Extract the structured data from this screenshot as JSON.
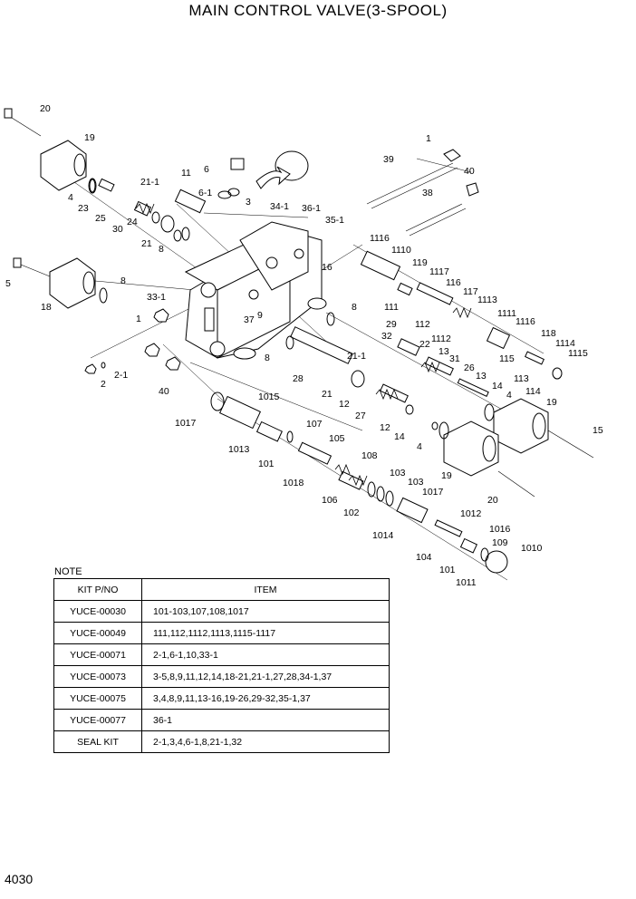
{
  "title": "MAIN CONTROL VALVE(3-SPOOL)",
  "page_number": "4030",
  "note_label": "NOTE",
  "table": {
    "headers": [
      "KIT P/NO",
      "ITEM"
    ],
    "rows": [
      {
        "kit": "YUCE-00030",
        "items": "101-103,107,108,1017"
      },
      {
        "kit": "YUCE-00049",
        "items": "111,112,1112,1113,1115-1117"
      },
      {
        "kit": "YUCE-00071",
        "items": "2-1,6-1,10,33-1"
      },
      {
        "kit": "YUCE-00073",
        "items": "3-5,8,9,11,12,14,18-21,21-1,27,28,34-1,37"
      },
      {
        "kit": "YUCE-00075",
        "items": "3,4,8,9,11,13-16,19-26,29-32,35-1,37"
      },
      {
        "kit": "YUCE-00077",
        "items": "36-1"
      },
      {
        "kit": "SEAL KIT",
        "items": "2-1,3,4,6-1,8,21-1,32"
      }
    ]
  },
  "callouts": [
    "20",
    "19",
    "4",
    "23",
    "25",
    "30",
    "24",
    "21",
    "8",
    "21-1",
    "11",
    "6",
    "6-1",
    "3",
    "34-1",
    "36-1",
    "35-1",
    "1",
    "39",
    "40",
    "38",
    "5",
    "18",
    "8",
    "33-1",
    "1",
    "37",
    "9",
    "16",
    "1116",
    "1110",
    "119",
    "1117",
    "111",
    "116",
    "117",
    "1113",
    "112",
    "1112",
    "1111",
    "1116",
    "118",
    "1114",
    "1115",
    "22",
    "32",
    "13",
    "31",
    "26",
    "115",
    "13",
    "113",
    "114",
    "19",
    "15",
    "29",
    "8",
    "21-1",
    "28",
    "21",
    "12",
    "27",
    "12",
    "14",
    "4",
    "14",
    "4",
    "19",
    "20",
    "2",
    "2-1",
    "40",
    "1017",
    "1015",
    "107",
    "1013",
    "105",
    "101",
    "108",
    "1018",
    "106",
    "103",
    "102",
    "103",
    "1017",
    "1012",
    "1014",
    "104",
    "1016",
    "101",
    "109",
    "1010",
    "1011",
    "8",
    "8"
  ]
}
